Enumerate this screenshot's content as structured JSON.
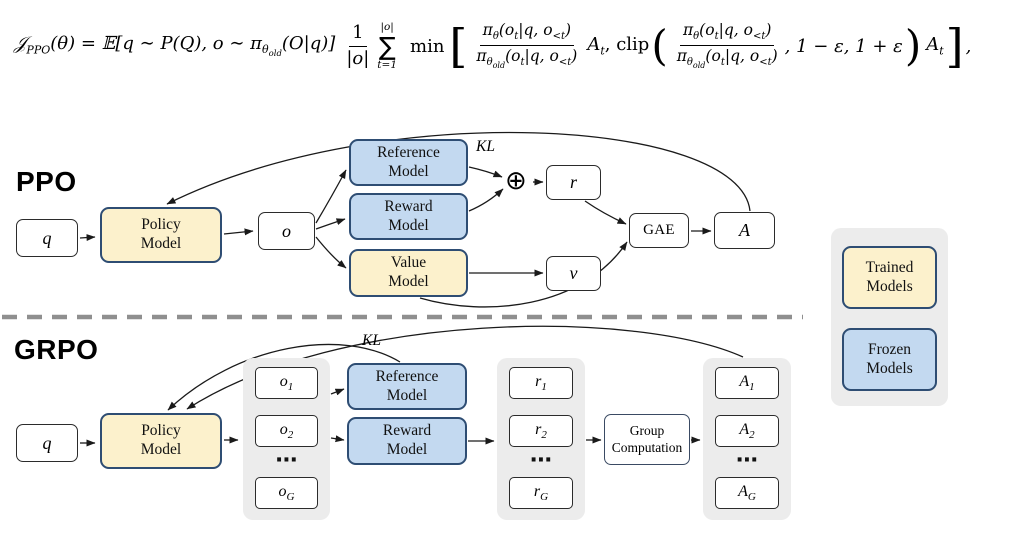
{
  "formula": {
    "script_J": "𝒥",
    "script_J_sub": "PPO",
    "lhs_mid": "(θ) = 𝔼[q ∼ P(Q), o ∼ π",
    "theta": "θ",
    "old": "old",
    "lhs_end": "(O|q)]",
    "avg_num": "1",
    "avg_den": "|o|",
    "sum_upper": "|o|",
    "sum_symbol": "∑",
    "sum_lower": "t=1",
    "min_op": "min",
    "open_bracket": "[",
    "pi": "π",
    "args_open": "(o",
    "sub_t": "t",
    "args_mid": "|q, o",
    "sub_lt_t": "<t",
    "args_close": ")",
    "A": "A",
    "comma_clip": ", clip",
    "open_paren": "(",
    "clip_range": ", 1 − ε, 1 + ε",
    "close_paren": ")",
    "close_bracket": "]",
    "final_comma": ","
  },
  "ppo": {
    "label": "PPO",
    "q": "q",
    "policy_model": "Policy Model",
    "o": "o",
    "reference_model": "Reference Model",
    "reward_model": "Reward Model",
    "value_model": "Value Model",
    "kl": "KL",
    "oplus": "⊕",
    "r": "r",
    "v": "v",
    "gae": "GAE",
    "advantage": "A"
  },
  "grpo": {
    "label": "GRPO",
    "q": "q",
    "policy_model": "Policy Model",
    "kl": "KL",
    "reference_model": "Reference Model",
    "reward_model": "Reward Model",
    "group_computation": "Group Computation",
    "dots": "⋯",
    "o_items": [
      {
        "base": "o",
        "sub": "1"
      },
      {
        "base": "o",
        "sub": "2"
      },
      {
        "base": "o",
        "sub": "G"
      }
    ],
    "r_items": [
      {
        "base": "r",
        "sub": "1"
      },
      {
        "base": "r",
        "sub": "2"
      },
      {
        "base": "r",
        "sub": "G"
      }
    ],
    "a_items": [
      {
        "base": "A",
        "sub": "1"
      },
      {
        "base": "A",
        "sub": "2"
      },
      {
        "base": "A",
        "sub": "G"
      }
    ]
  },
  "legend": {
    "trained": "Trained Models",
    "frozen": "Frozen Models"
  },
  "colors": {
    "trained_fill": "#FCF1CC",
    "frozen_fill": "#C3D9F0",
    "model_border": "#2E4D73",
    "container_fill": "#ECECEC",
    "arrow_color": "#1a1a1a",
    "divider_color": "#8F8F8F"
  }
}
